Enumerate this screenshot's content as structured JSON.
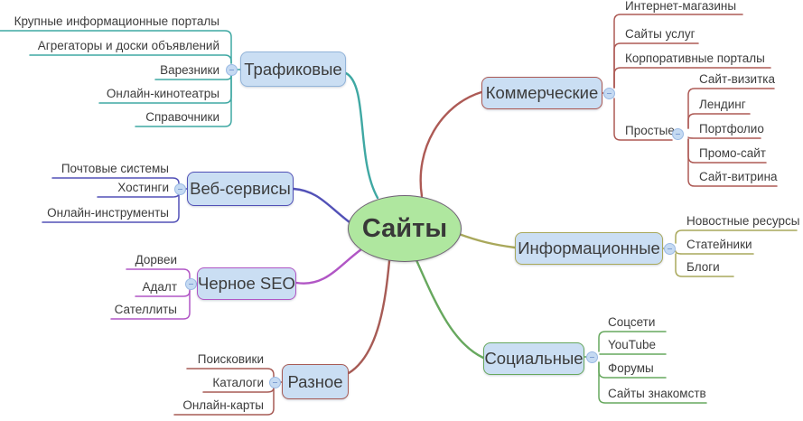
{
  "root": {
    "label": "Сайты",
    "fill": "#afe79f",
    "stroke": "#6f6175"
  },
  "branches": [
    {
      "label": "Трафиковые",
      "color": "#3fa8a3",
      "box_border": "#92b4d9",
      "children": [
        "Крупные информационные порталы",
        "Агрегаторы и доски объявлений",
        "Варезники",
        "Онлайн-кинотеатры",
        "Справочники"
      ]
    },
    {
      "label": "Веб-сервисы",
      "color": "#5251b7",
      "box_border": "#5251b7",
      "children": [
        "Почтовые системы",
        "Хостинги",
        "Онлайн-инструменты"
      ]
    },
    {
      "label": "Черное SEO",
      "color": "#b156c5",
      "box_border": "#b156c5",
      "children": [
        "Дорвеи",
        "Адалт",
        "Сателлиты"
      ]
    },
    {
      "label": "Разное",
      "color": "#a75b55",
      "box_border": "#a75b55",
      "children": [
        "Поисковики",
        "Каталоги",
        "Онлайн-карты"
      ]
    },
    {
      "label": "Коммерческие",
      "color": "#ad5a55",
      "box_border": "#ad5a55",
      "children": [
        "Интернет-магазины",
        "Сайты услуг",
        "Корпоративные порталы"
      ],
      "subgroup": {
        "label": "Простые",
        "children": [
          "Сайт-визитка",
          "Лендинг",
          "Портфолио",
          "Промо-сайт",
          "Сайт-витрина"
        ]
      }
    },
    {
      "label": "Информационные",
      "color": "#a9a85b",
      "box_border": "#a9a85b",
      "children": [
        "Новостные ресурсы",
        "Статейники",
        "Блоги"
      ]
    },
    {
      "label": "Социальные",
      "color": "#67a85e",
      "box_border": "#67a85e",
      "children": [
        "Соцсети",
        "YouTube",
        "Форумы",
        "Сайты знакомств"
      ]
    }
  ],
  "icons": {
    "collapse": "minus-circle"
  },
  "colors": {
    "topic_fill": "#cadef3",
    "collapse_fill": "#c5daf2",
    "collapse_border": "#9ab9e4",
    "text": "#3c3c3c"
  }
}
